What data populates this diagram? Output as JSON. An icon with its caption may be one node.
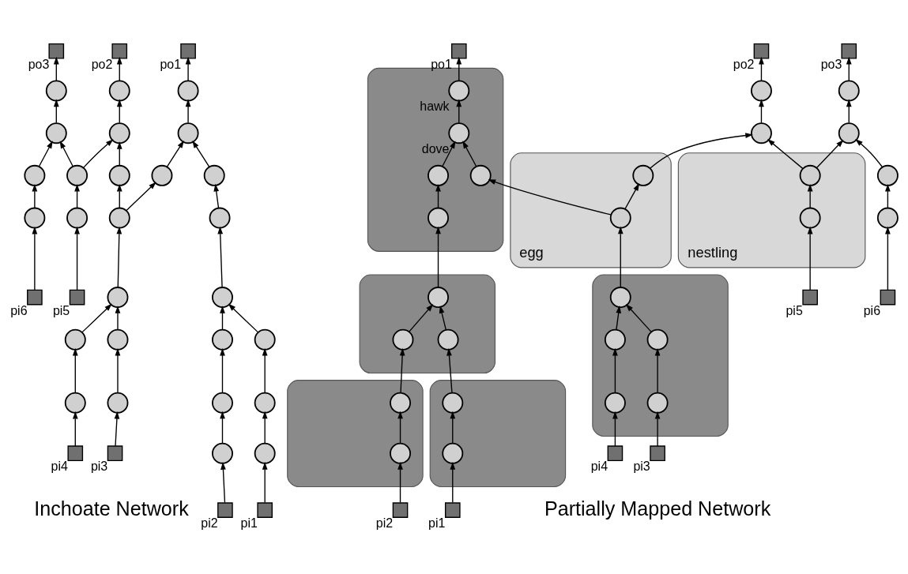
{
  "diagram": {
    "nodes": [
      {
        "text": [],
        "shape": "box",
        "beside": [
          "po3"
        ]
      },
      {
        "text": [],
        "shape": "box",
        "beside": [
          "po2"
        ]
      },
      {
        "text": [],
        "shape": "box",
        "beside": [
          "po1"
        ]
      },
      {
        "text": [],
        "shape": "circle"
      },
      {
        "text": [],
        "shape": "circle"
      },
      {
        "text": [],
        "shape": "circle"
      },
      {
        "text": [],
        "shape": "circle"
      },
      {
        "text": [],
        "shape": "circle"
      },
      {
        "text": [],
        "shape": "circle"
      },
      {
        "text": [],
        "shape": "circle"
      },
      {
        "text": [],
        "shape": "circle"
      },
      {
        "text": [],
        "shape": "circle"
      },
      {
        "text": [],
        "shape": "circle"
      },
      {
        "text": [],
        "shape": "circle"
      },
      {
        "text": [],
        "shape": "circle"
      },
      {
        "text": [],
        "shape": "circle"
      },
      {
        "text": [],
        "shape": "circle"
      },
      {
        "text": [],
        "shape": "circle"
      },
      {
        "text": [],
        "shape": "circle"
      },
      {
        "text": [],
        "shape": "circle"
      },
      {
        "text": [],
        "shape": "circle"
      },
      {
        "text": [],
        "shape": "circle"
      },
      {
        "text": [],
        "shape": "circle"
      },
      {
        "text": [],
        "shape": "circle"
      },
      {
        "text": [],
        "shape": "circle"
      },
      {
        "text": [],
        "shape": "circle"
      },
      {
        "text": [],
        "shape": "circle"
      },
      {
        "text": [],
        "shape": "circle"
      },
      {
        "text": [],
        "shape": "circle"
      },
      {
        "text": [],
        "shape": "circle"
      },
      {
        "text": [],
        "shape": "box",
        "beside": [
          "pi6"
        ]
      },
      {
        "text": [],
        "shape": "box",
        "beside": [
          "pi5"
        ]
      },
      {
        "text": [],
        "shape": "box",
        "beside": [
          "pi4"
        ]
      },
      {
        "text": [],
        "shape": "box",
        "beside": [
          "pi3"
        ]
      },
      {
        "text": [],
        "shape": "box",
        "beside": [
          "pi2"
        ]
      },
      {
        "text": [],
        "shape": "box",
        "beside": [
          "pi1"
        ]
      },
      {
        "text": [],
        "shape": "box",
        "beside": [
          "po3"
        ]
      },
      {
        "text": [],
        "shape": "box",
        "beside": [
          "po2"
        ]
      },
      {
        "text": [],
        "shape": "box",
        "beside": [
          "po1"
        ]
      },
      {
        "text": [],
        "shape": "circle"
      },
      {
        "text": [],
        "shape": "circle"
      },
      {
        "text": [],
        "shape": "ellipse"
      },
      {
        "text": [],
        "shape": "circle",
        "beside": [
          "hawk"
        ],
        "in": 41
      },
      {
        "text": [],
        "shape": "circle"
      },
      {
        "text": [],
        "shape": "circle",
        "beside": [
          "dove"
        ],
        "in": 41
      },
      {
        "text": [
          "egg"
        ]
      },
      {
        "text": [],
        "shape": "circle",
        "in": 45
      },
      {
        "text": [],
        "shape": "circle",
        "in": 41
      },
      {
        "text": [],
        "shape": "circle"
      },
      {
        "text": [],
        "shape": "circle",
        "in": 41
      },
      {
        "text": [],
        "shape": "circle",
        "in": 45
      },
      {
        "text": [],
        "shape": "circle",
        "in": 41
      },
      {
        "text": [],
        "shape": "ellipse"
      },
      {
        "text": [],
        "shape": "circle",
        "in": 52
      },
      {
        "text": [],
        "shape": "ellipse"
      },
      {
        "text": [],
        "shape": "circle",
        "in": 54
      },
      {
        "text": [
          "nestling"
        ]
      },
      {
        "text": [],
        "shape": "circle"
      },
      {
        "text": [],
        "shape": "circle",
        "in": 56
      },
      {
        "text": [],
        "shape": "circle",
        "in": 52
      },
      {
        "text": [],
        "shape": "circle",
        "in": 52
      },
      {
        "text": [],
        "shape": "circle",
        "in": 54
      },
      {
        "text": [],
        "shape": "circle",
        "in": 54
      },
      {
        "text": [],
        "shape": "circle"
      },
      {
        "text": [],
        "shape": "circle",
        "in": 56
      },
      {
        "text": [],
        "shape": "circle",
        "in": 52
      },
      {
        "text": [],
        "shape": "circle",
        "in": 52
      },
      {
        "text": [],
        "shape": "ellipse"
      },
      {
        "text": [],
        "shape": "circle",
        "in": 67
      },
      {
        "text": [],
        "shape": "ellipse"
      },
      {
        "text": [],
        "shape": "circle",
        "in": 69
      },
      {
        "text": [],
        "shape": "circle",
        "in": 67
      },
      {
        "text": [],
        "shape": "circle",
        "in": 69
      },
      {
        "text": [],
        "shape": "box",
        "beside": [
          "pi6"
        ]
      },
      {
        "text": [],
        "shape": "box",
        "beside": [
          "pi5"
        ]
      },
      {
        "text": [],
        "shape": "box",
        "beside": [
          "pi4"
        ]
      },
      {
        "text": [],
        "shape": "box",
        "beside": [
          "pi3"
        ]
      },
      {
        "text": [],
        "shape": "box",
        "beside": [
          "pi2"
        ]
      },
      {
        "text": [],
        "shape": "box",
        "beside": [
          "pi1"
        ]
      }
    ],
    "edges": [
      {
        "from": 3,
        "to": 0,
        "arrow": "to"
      },
      {
        "from": 4,
        "to": 1,
        "arrow": "to"
      },
      {
        "from": 5,
        "to": 2,
        "arrow": "to"
      },
      {
        "from": 6,
        "to": 4,
        "arrow": "to"
      },
      {
        "from": 7,
        "to": 5,
        "arrow": "to"
      },
      {
        "from": 8,
        "to": 6,
        "arrow": "to"
      },
      {
        "from": 9,
        "to": 7,
        "arrow": "to"
      },
      {
        "from": 10,
        "to": 3,
        "arrow": "to"
      },
      {
        "from": 11,
        "to": 7,
        "arrow": "to"
      },
      {
        "from": 12,
        "to": 8,
        "arrow": "to"
      },
      {
        "from": 12,
        "to": 9,
        "arrow": "to"
      },
      {
        "from": 13,
        "to": 11,
        "arrow": "to"
      },
      {
        "from": 14,
        "to": 12,
        "arrow": "to"
      },
      {
        "from": 15,
        "to": 13,
        "arrow": "to"
      },
      {
        "from": 16,
        "to": 10,
        "arrow": "to"
      },
      {
        "from": 17,
        "to": 10,
        "arrow": "to"
      },
      {
        "from": 17,
        "to": 6,
        "arrow": "to"
      },
      {
        "from": 18,
        "to": 14,
        "arrow": "to"
      },
      {
        "from": 19,
        "to": 14,
        "arrow": "to"
      },
      {
        "from": 20,
        "to": 15,
        "arrow": "to"
      },
      {
        "from": 21,
        "to": 15,
        "arrow": "to"
      },
      {
        "from": 22,
        "to": 16,
        "arrow": "to"
      },
      {
        "from": 23,
        "to": 17,
        "arrow": "to"
      },
      {
        "from": 24,
        "to": 18,
        "arrow": "to"
      },
      {
        "from": 25,
        "to": 19,
        "arrow": "to"
      },
      {
        "from": 26,
        "to": 20,
        "arrow": "to"
      },
      {
        "from": 27,
        "to": 21,
        "arrow": "to"
      },
      {
        "from": 28,
        "to": 26,
        "arrow": "to"
      },
      {
        "from": 29,
        "to": 27,
        "arrow": "to"
      },
      {
        "from": 30,
        "to": 22,
        "arrow": "to"
      },
      {
        "from": 31,
        "to": 23,
        "arrow": "to"
      },
      {
        "from": 32,
        "to": 24,
        "arrow": "to"
      },
      {
        "from": 33,
        "to": 25,
        "arrow": "to"
      },
      {
        "from": 34,
        "to": 28,
        "arrow": "to"
      },
      {
        "from": 35,
        "to": 29,
        "arrow": "to"
      },
      {
        "from": 39,
        "to": 36,
        "arrow": "to"
      },
      {
        "from": 40,
        "to": 37,
        "arrow": "to"
      },
      {
        "from": 42,
        "to": 38,
        "arrow": "to"
      },
      {
        "from": 43,
        "to": 40,
        "arrow": "to"
      },
      {
        "from": 44,
        "to": 42,
        "arrow": "to"
      },
      {
        "from": 46,
        "to": 43,
        "arrow": "to"
      },
      {
        "from": 47,
        "to": 44,
        "arrow": "to"
      },
      {
        "from": 48,
        "to": 39,
        "arrow": "to"
      },
      {
        "from": 49,
        "to": 44,
        "arrow": "to"
      },
      {
        "from": 50,
        "to": 46,
        "arrow": "to"
      },
      {
        "from": 50,
        "to": 47,
        "arrow": "to"
      },
      {
        "from": 51,
        "to": 49,
        "arrow": "to"
      },
      {
        "from": 53,
        "to": 50,
        "arrow": "to"
      },
      {
        "from": 55,
        "to": 51,
        "arrow": "to"
      },
      {
        "from": 57,
        "to": 48,
        "arrow": "to"
      },
      {
        "from": 58,
        "to": 48,
        "arrow": "to"
      },
      {
        "from": 58,
        "to": 43,
        "arrow": "to"
      },
      {
        "from": 59,
        "to": 53,
        "arrow": "to"
      },
      {
        "from": 60,
        "to": 53,
        "arrow": "to"
      },
      {
        "from": 61,
        "to": 55,
        "arrow": "to"
      },
      {
        "from": 62,
        "to": 55,
        "arrow": "to"
      },
      {
        "from": 63,
        "to": 57,
        "arrow": "to"
      },
      {
        "from": 64,
        "to": 58,
        "arrow": "to"
      },
      {
        "from": 65,
        "to": 59,
        "arrow": "to"
      },
      {
        "from": 66,
        "to": 60,
        "arrow": "to"
      },
      {
        "from": 68,
        "to": 61,
        "arrow": "to"
      },
      {
        "from": 70,
        "to": 62,
        "arrow": "to"
      },
      {
        "from": 71,
        "to": 68,
        "arrow": "to"
      },
      {
        "from": 72,
        "to": 70,
        "arrow": "to"
      },
      {
        "from": 73,
        "to": 63,
        "arrow": "to"
      },
      {
        "from": 74,
        "to": 64,
        "arrow": "to"
      },
      {
        "from": 75,
        "to": 65,
        "arrow": "to"
      },
      {
        "from": 76,
        "to": 66,
        "arrow": "to"
      },
      {
        "from": 77,
        "to": 71,
        "arrow": "to"
      },
      {
        "from": 78,
        "to": 72,
        "arrow": "to"
      }
    ],
    "labels": [
      "Inchoate Network",
      "Partially Mapped Network"
    ]
  }
}
